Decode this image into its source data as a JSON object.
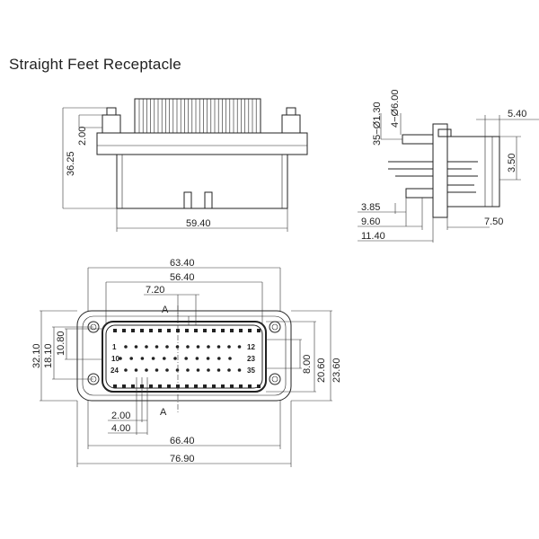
{
  "title": "Straight Feet Receptacle",
  "front_view": {
    "dims": {
      "height_total": "36.25",
      "top_offset": "2.00",
      "width": "59.40"
    }
  },
  "side_view": {
    "dims": {
      "pin_dia_35": "35−Ø1.30",
      "pin_dia_4": "4−Ø6.00",
      "top_right": "5.40",
      "right_height": "3.50",
      "d1": "3.85",
      "d2": "9.60",
      "d3": "11.40",
      "d4": "7.50"
    }
  },
  "bottom_view": {
    "dims": {
      "w63": "63.40",
      "w56": "56.40",
      "w7": "7.20",
      "sec_top": "A",
      "sec_bot": "A",
      "h32": "32.10",
      "h18": "18.10",
      "h10": "10.80",
      "h8": "8.00",
      "h20": "20.60",
      "h23": "23.60",
      "p2": "2.00",
      "p4": "4.00",
      "w66": "66.40",
      "w76": "76.90"
    },
    "pin_labels": [
      "1",
      "10",
      "24",
      "12",
      "23",
      "35"
    ]
  }
}
